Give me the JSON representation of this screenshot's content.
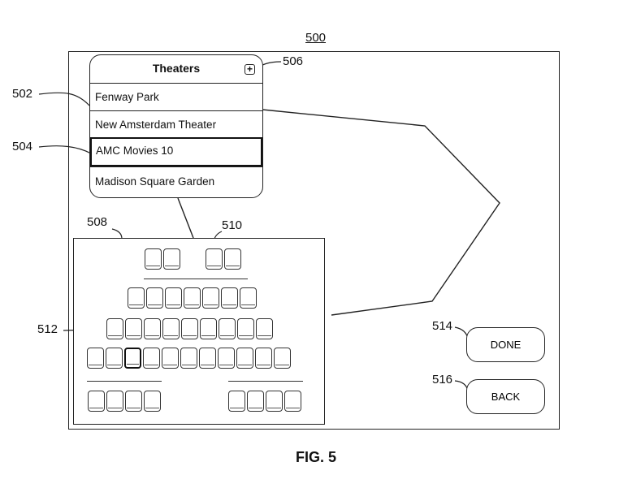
{
  "figure_number": "500",
  "caption": "FIG. 5",
  "theaters_panel": {
    "title": "Theaters",
    "add_symbol": "+",
    "items": [
      {
        "label": "Fenway Park",
        "selected": false
      },
      {
        "label": "New Amsterdam Theater",
        "selected": false
      },
      {
        "label": "AMC Movies 10",
        "selected": true
      },
      {
        "label": "Madison Square Garden",
        "selected": false
      }
    ]
  },
  "buttons": {
    "done": "DONE",
    "back": "BACK"
  },
  "reference_numerals": {
    "r502": "502",
    "r504": "504",
    "r506": "506",
    "r508": "508",
    "r510": "510",
    "r512": "512",
    "r514": "514",
    "r516": "516"
  },
  "seat_map": {
    "rows": [
      {
        "groups": [
          2,
          2
        ],
        "selected_seat": null
      },
      {
        "groups": [
          7
        ],
        "selected_seat": null
      },
      {
        "groups": [
          9
        ],
        "selected_seat": null
      },
      {
        "groups": [
          11
        ],
        "selected_seat": 3
      },
      {
        "groups": [
          4,
          4
        ],
        "selected_seat": null
      }
    ]
  }
}
